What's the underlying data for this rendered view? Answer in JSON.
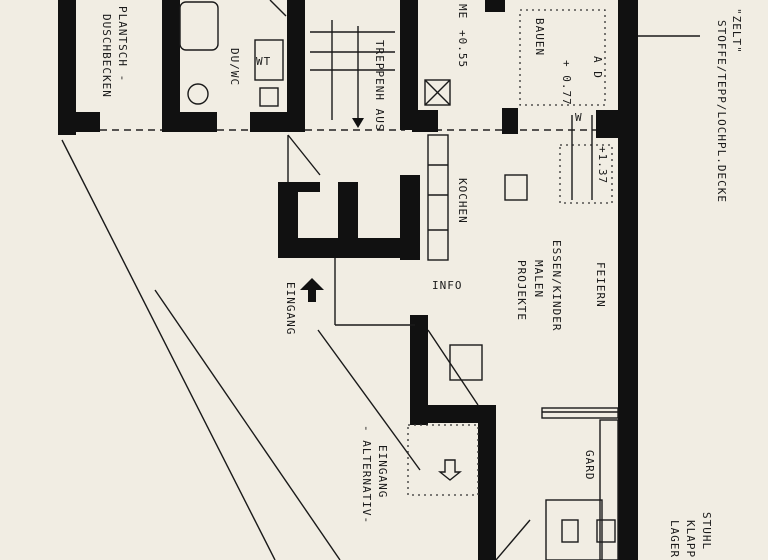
{
  "rooms": {
    "plantsch": "PLANTSCH -",
    "duschbecken": "DUSCHBECKEN",
    "dwc": "DU/WC",
    "wt": "WT",
    "treppenhaus": "TREPPENH AUS",
    "level_055": "+0.55",
    "me": "ME",
    "bauen": "BAUEN",
    "ad": "A D",
    "level_077": "+ 0.77",
    "level_137": "+1.37",
    "w": "W",
    "zelt": "\"ZELT\"",
    "stoffe": "STOFFE/TEPP/LOCHPL.DECKE",
    "kochen": "KOCHEN",
    "info": "INFO",
    "essen_kinder": "ESSEN/KINDER",
    "malen": "MALEN",
    "projekte": "PROJEKTE",
    "feiern": "FEIERN",
    "eingang": "EINGANG",
    "eingang_alt": "EINGANG",
    "alternativ": "- ALTERNATIV-",
    "gard": "GARD",
    "stuhl": "STUHL",
    "klapp": "KLAPP",
    "lager": "LAGER"
  },
  "colors": {
    "paper": "#f1ede3",
    "ink": "#111111"
  }
}
